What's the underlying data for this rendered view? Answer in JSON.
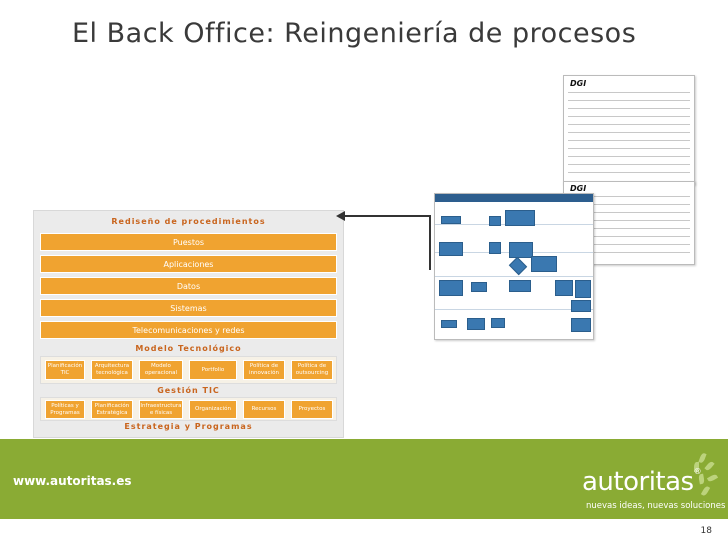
{
  "slide": {
    "title": "El Back Office: Reingeniería de procesos",
    "page_number": "18"
  },
  "diagram": {
    "top_label": "Rediseño de procedimientos",
    "layers": [
      "Puestos",
      "Aplicaciones",
      "Datos",
      "Sistemas",
      "Telecomunicaciones y redes"
    ],
    "tech_label": "Modelo Tecnológico",
    "gestion_cells": [
      "Planificación TIC",
      "Arquitectura tecnológica",
      "Modelo operacional",
      "Portfolio",
      "Política de innovación",
      "Política de outsourcing"
    ],
    "gestion_label": "Gestión TIC",
    "strategy_cells": [
      "Políticas y Programas",
      "Planificación Estratégica",
      "Infraestructura e físicas",
      "Organización",
      "Recursos",
      "Proyectos"
    ],
    "strategy_label": "Estrategia y Programas"
  },
  "documents": {
    "logo_text": "DGI"
  },
  "footer": {
    "url": "www.autoritas.es",
    "brand": "autoritas",
    "brand_mark": "®",
    "slogan": "nuevas ideas, nuevas soluciones"
  },
  "colors": {
    "accent_orange": "#f0a330",
    "label_orange": "#c9651e",
    "footer_green": "#8aab34",
    "flow_blue": "#3a78b0"
  }
}
